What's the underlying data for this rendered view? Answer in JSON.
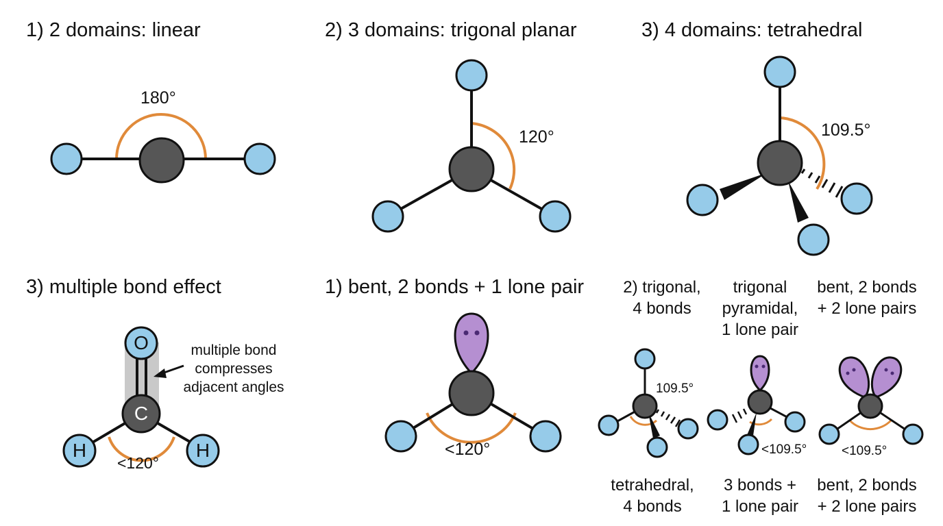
{
  "colors": {
    "outer_atom": "#96cbe9",
    "central_atom": "#565656",
    "lone_pair": "#b58fd1",
    "lone_pair_dots": "#4a2a73",
    "angle_arc": "#e08a3a",
    "bond": "#111111",
    "highlight": "#c9c9c9"
  },
  "panels": {
    "linear": {
      "title": "1) 2 domains: linear",
      "angle": "180°"
    },
    "trigonal": {
      "title": "2) 3 domains: trigonal planar",
      "angle": "120°"
    },
    "tetrahedral": {
      "title": "3) 4 domains: tetrahedral",
      "angle": "109.5°"
    },
    "multiple": {
      "title": "3) multiple bond effect",
      "atom_o": "O",
      "atom_c": "C",
      "atom_h": "H",
      "note": [
        "multiple bond",
        "compresses",
        "adjacent angles"
      ],
      "angle": "<120°"
    },
    "bent": {
      "title": "1) bent, 2 bonds + 1 lone pair",
      "angle": "<120°"
    },
    "series": {
      "top_labels": [
        [
          "2) trigonal,",
          "4 bonds"
        ],
        [
          "trigonal",
          "pyramidal,",
          "1 lone pair"
        ],
        [
          "bent, 2 bonds",
          "+ 2 lone pairs"
        ]
      ],
      "angles": [
        "109.5°",
        "<109.5°",
        "<109.5°"
      ],
      "bottom_labels": [
        [
          "tetrahedral,",
          "4 bonds"
        ],
        [
          "3 bonds +",
          "1 lone pair"
        ],
        [
          "bent, 2 bonds",
          "+ 2 lone pairs"
        ]
      ]
    }
  }
}
